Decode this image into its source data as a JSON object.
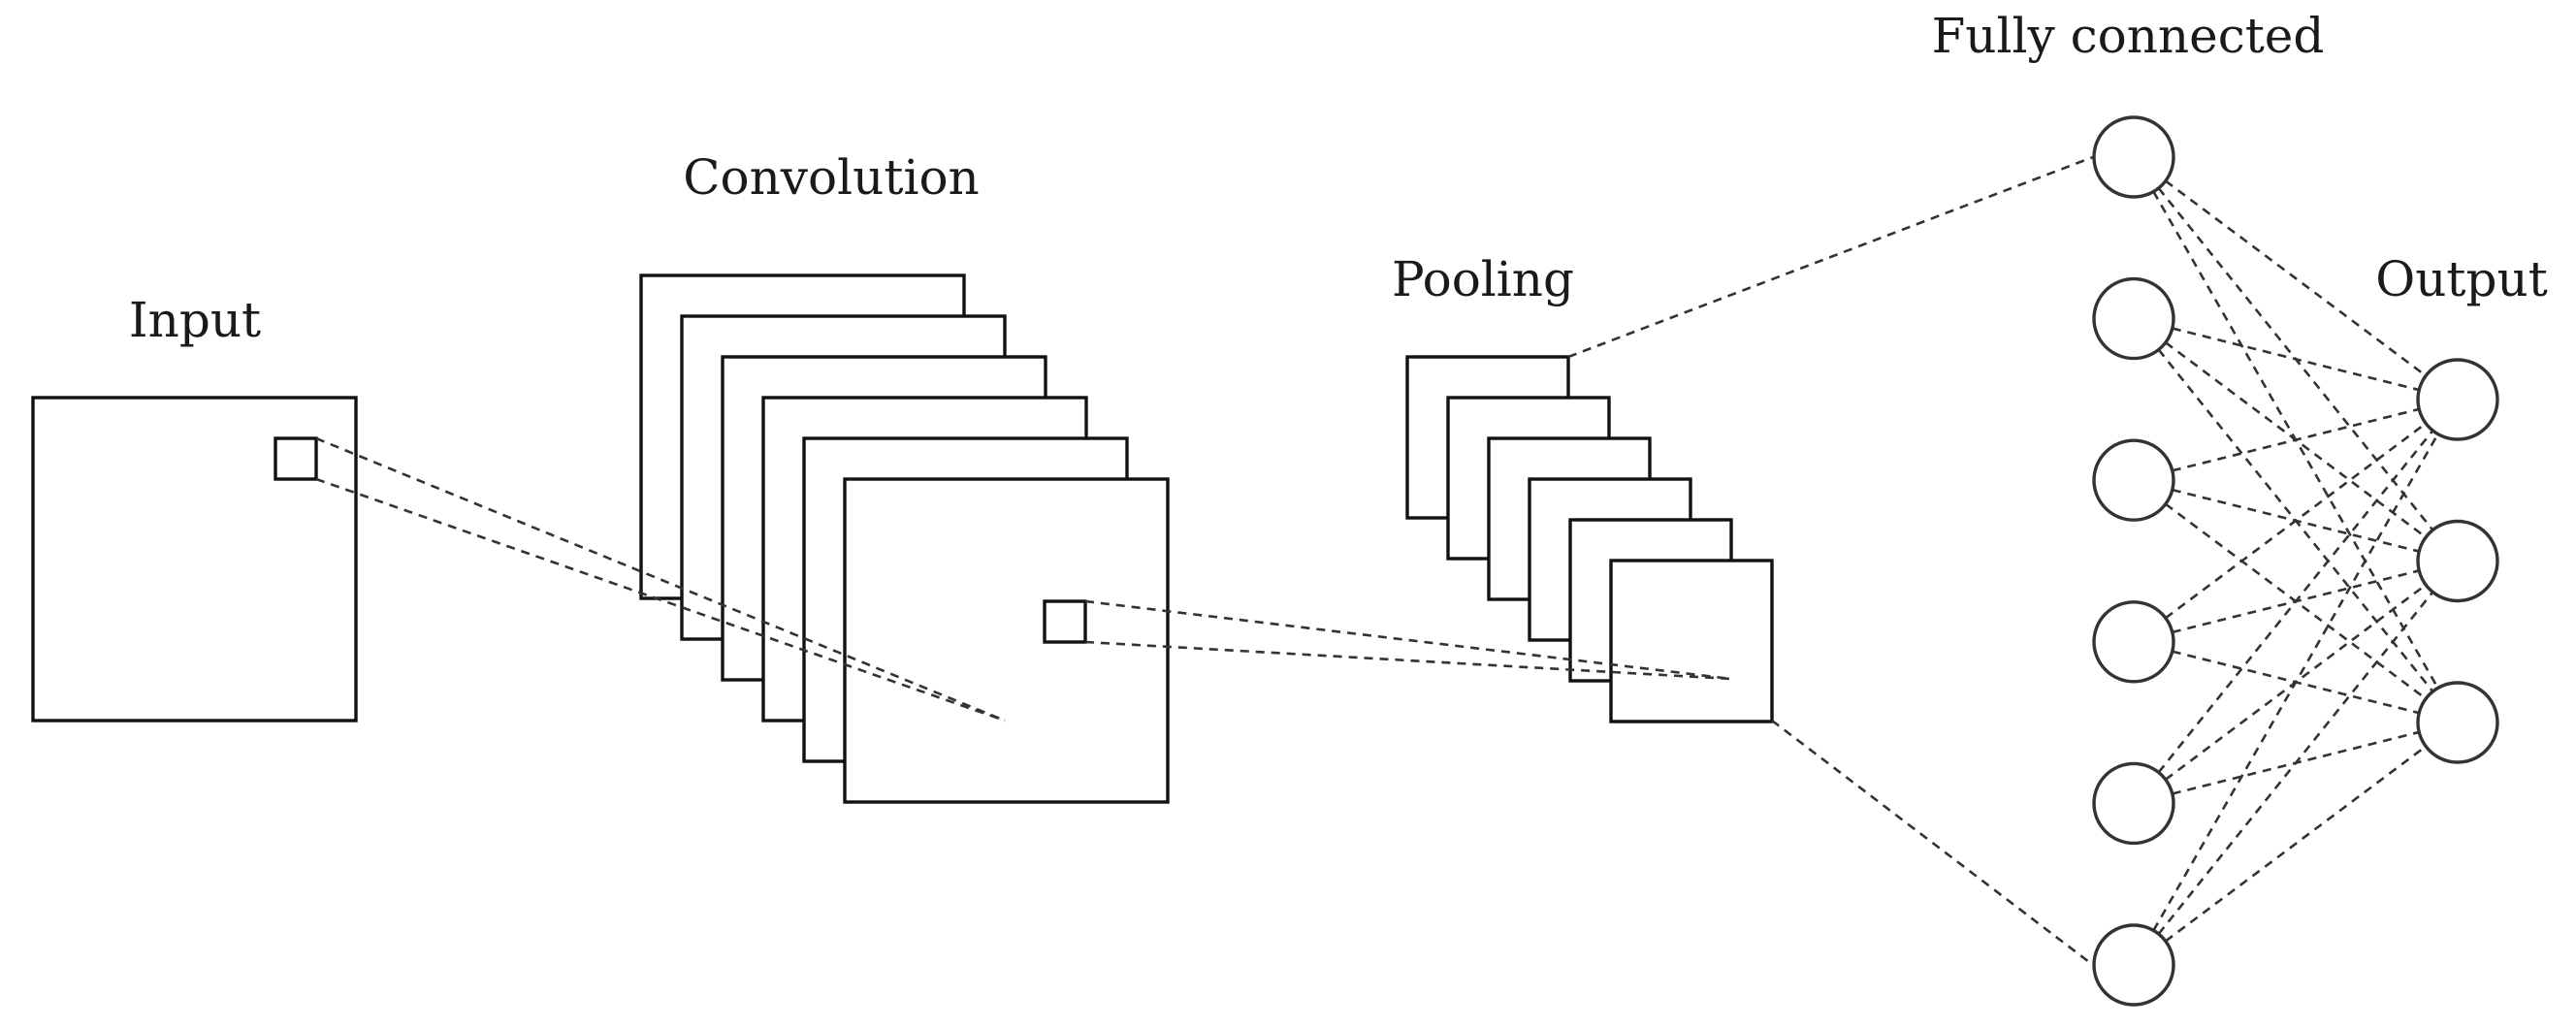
{
  "diagram": {
    "layers": [
      {
        "id": "input",
        "label": "Input"
      },
      {
        "id": "convolution",
        "label": "Convolution",
        "feature_maps": 6
      },
      {
        "id": "pooling",
        "label": "Pooling",
        "feature_maps": 6
      },
      {
        "id": "fully_connected",
        "label": "Fully connected",
        "neurons": 6
      },
      {
        "id": "output",
        "label": "Output",
        "neurons": 3
      }
    ],
    "line_color": "#333333",
    "background": "#ffffff"
  }
}
